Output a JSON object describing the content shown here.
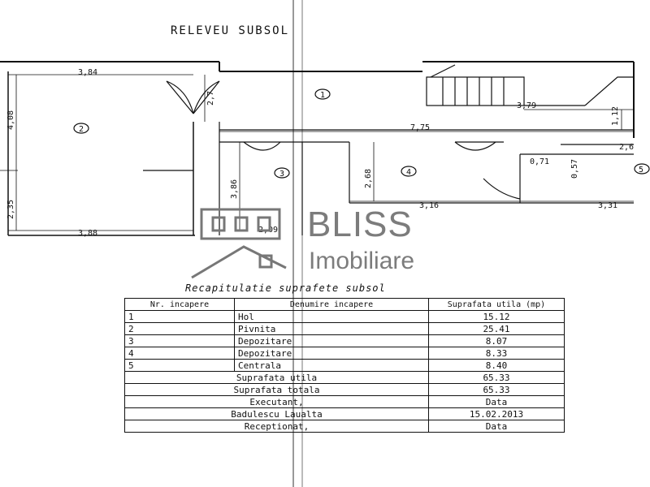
{
  "plan": {
    "title": "RELEVEU SUBSOL",
    "dimensions": [
      "3,84",
      "4,08",
      "2,7",
      "2,35",
      "3,88",
      "3,79",
      "1,12",
      "7,75",
      "2,6",
      "0,71",
      "0,57",
      "2,68",
      "3,86",
      "2,09",
      "3,16",
      "3,31"
    ],
    "room_labels": [
      "1",
      "2",
      "3",
      "4",
      "5"
    ]
  },
  "watermark": {
    "brand": "BLISS",
    "subtitle": "Imobiliare"
  },
  "recap": {
    "title": "Recapitulatie suprafete subsol",
    "headers": {
      "nr": "Nr. incapere",
      "name": "Denumire incapere",
      "area": "Suprafata utila (mp)"
    },
    "rows": [
      {
        "nr": "1",
        "name": "Hol",
        "area": "15.12"
      },
      {
        "nr": "2",
        "name": "Pivnita",
        "area": "25.41"
      },
      {
        "nr": "3",
        "name": "Depozitare",
        "area": "8.07"
      },
      {
        "nr": "4",
        "name": "Depozitare",
        "area": "8.33"
      },
      {
        "nr": "5",
        "name": "Centrala",
        "area": "8.40"
      }
    ],
    "summary": [
      {
        "label": "Suprafata utila",
        "value": "65.33"
      },
      {
        "label": "Suprafata totala",
        "value": "65.33"
      },
      {
        "label": "Executant,",
        "value": "Data"
      },
      {
        "label": "Badulescu Laualta",
        "value": "15.02.2013"
      },
      {
        "label": "Receptionat,",
        "value": "Data"
      }
    ]
  }
}
